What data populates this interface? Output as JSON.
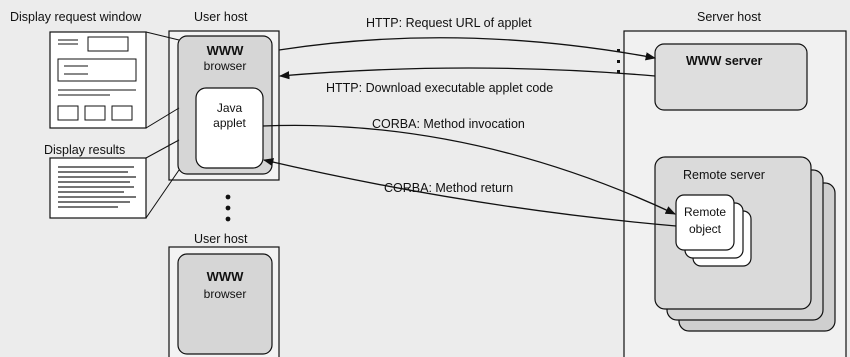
{
  "labels": {
    "display_request_window": "Display request window",
    "user_host_top": "User host",
    "server_host": "Server host",
    "display_results": "Display results",
    "user_host_bottom": "User host"
  },
  "top_browser": {
    "title": "WWW",
    "subtitle": "browser"
  },
  "java_applet": {
    "line1": "Java",
    "line2": "applet"
  },
  "bottom_browser": {
    "title": "WWW",
    "subtitle": "browser"
  },
  "www_server": {
    "label": "WWW server"
  },
  "remote_server": {
    "label": "Remote server"
  },
  "remote_object": {
    "line1": "Remote",
    "line2": "object"
  },
  "arrows": {
    "http_request": "HTTP: Request URL of applet",
    "http_download": "HTTP: Download executable applet code",
    "corba_invocation": "CORBA: Method invocation",
    "corba_return": "CORBA: Method return"
  }
}
